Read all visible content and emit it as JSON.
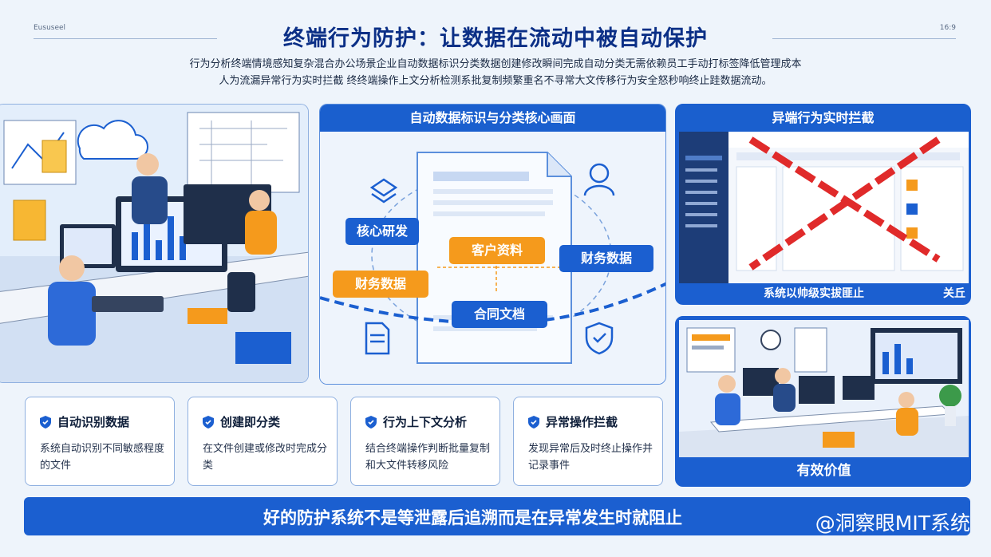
{
  "header": {
    "left_tag": "Eususeel",
    "right_tag": "16:9",
    "title": "终端行为防护：让数据在流动中被自动保护",
    "subtitle_line1": "行为分析终端情境感知复杂混合办公场景企业自动数据标识分类数据创建修改瞬间完成自动分类无需依赖员工手动打标签降低管理成本",
    "subtitle_line2": "人为流漏异常行为实时拦截 终终端操作上文分析检测系批复制频繁重名不寻常大文传移行为安全怒秒响终止跬数据流动。"
  },
  "center_panel": {
    "title": "自动数据标识与分类核心画面",
    "tags": [
      "核心研发",
      "客户资料",
      "财务数据",
      "财务数据",
      "合同文档"
    ]
  },
  "right_panel": {
    "title": "异端行为实时拦截",
    "overlay_text": "系统以帅级实拔匪止",
    "overlay_right": "关丘"
  },
  "value_panel": {
    "title": "有效价值"
  },
  "cards": [
    {
      "title": "自动识别数据",
      "desc": "系统自动识别不同敏感程度的文件"
    },
    {
      "title": "创建即分类",
      "desc": "在文件创建或修改时完成分类"
    },
    {
      "title": "行为上下文分析",
      "desc": "结合终端操作判断批量复制和大文件转移风险"
    },
    {
      "title": "异常操作拦截",
      "desc": "发现异常后及时终止操作并记录事件"
    }
  ],
  "banner": {
    "text": "好的防护系统不是等泄露后追溯而是在异常发生时就阻止"
  },
  "watermark": "@洞察眼MIT系统",
  "colors": {
    "primary": "#1b5fd0",
    "accent": "#f59a1c",
    "alert": "#e02a2a"
  }
}
